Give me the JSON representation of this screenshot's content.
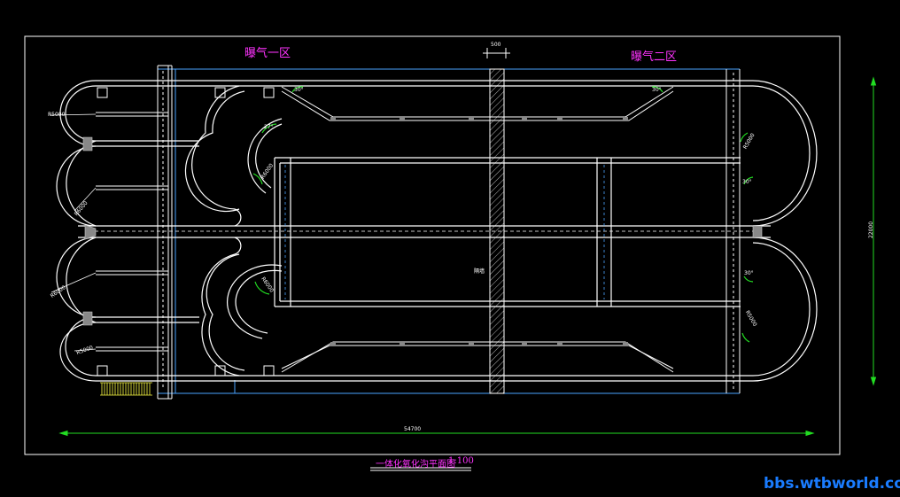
{
  "zones": {
    "zone1_label": "曝气一区",
    "zone2_label": "曝气二区"
  },
  "dimensions": {
    "length": "54700",
    "width": "22000",
    "wall_thickness": "500",
    "centre_label": "隔墙",
    "bend_radius_a": "R5000",
    "bend_radius_b": "R6000",
    "angle_a": "30°",
    "angle_b": "27°",
    "angle_c": "30°",
    "angle_d": "30°"
  },
  "drawing": {
    "title": "一体化氧化沟平面图",
    "scale": "1:100"
  },
  "watermark": "bbs.wtbworld.com",
  "colors": {
    "background": "#000000",
    "lines": "#ffffff",
    "accent_blue": "#4aa3ff",
    "dimension_green": "#22dd22",
    "label_magenta": "#ff33ff",
    "watermark": "#1a7cff",
    "stair_yellow": "#ffff44"
  }
}
